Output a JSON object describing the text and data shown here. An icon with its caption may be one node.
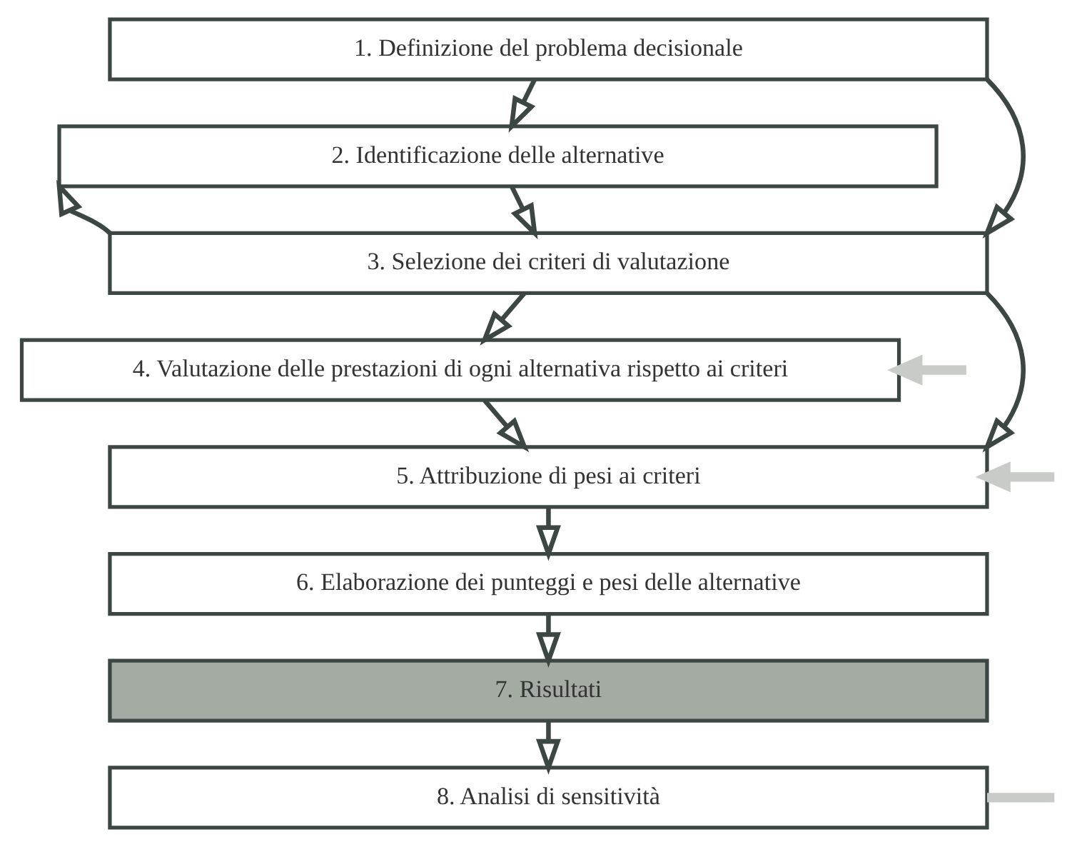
{
  "diagram": {
    "nodes": [
      {
        "text": [
          "1. Definizione del problema decisionale"
        ]
      },
      {
        "text": [
          "2. Identificazione delle alternative"
        ]
      },
      {
        "text": [
          "3. Selezione dei criteri di valutazione"
        ]
      },
      {
        "text": [
          "4. Valutazione delle prestazioni di ogni alternativa rispetto ai criteri"
        ]
      },
      {
        "text": [
          "5. Attribuzione di pesi ai criteri"
        ]
      },
      {
        "text": [
          "6. Elaborazione dei punteggi e pesi delle alternative"
        ]
      },
      {
        "text": [
          "7. Risultati"
        ]
      },
      {
        "text": [
          "8. Analisi di sensitività"
        ]
      }
    ],
    "edges": [
      {
        "from": 0,
        "to": 1,
        "arrow": "to"
      },
      {
        "from": 0,
        "to": 2,
        "arrow": "to"
      },
      {
        "from": 2,
        "to": 1,
        "arrow": "to"
      },
      {
        "from": 1,
        "to": 2,
        "arrow": "to"
      },
      {
        "from": 2,
        "to": 3,
        "arrow": "to"
      },
      {
        "from": 2,
        "to": 4,
        "arrow": "to"
      },
      {
        "from": null,
        "to": 3,
        "arrow": "to",
        "color": "#c8ccc8",
        "style": "thick"
      },
      {
        "from": 3,
        "to": 4,
        "arrow": "to"
      },
      {
        "from": null,
        "to": 4,
        "arrow": "to",
        "color": "#c8ccc8",
        "style": "thick"
      },
      {
        "from": 4,
        "to": 5,
        "arrow": "to"
      },
      {
        "from": 5,
        "to": 6,
        "arrow": "to"
      },
      {
        "from": 6,
        "to": 7,
        "arrow": "to"
      },
      {
        "from": null,
        "to": 7,
        "arrow": "none",
        "color": "#c8ccc8",
        "style": "thick"
      }
    ]
  }
}
